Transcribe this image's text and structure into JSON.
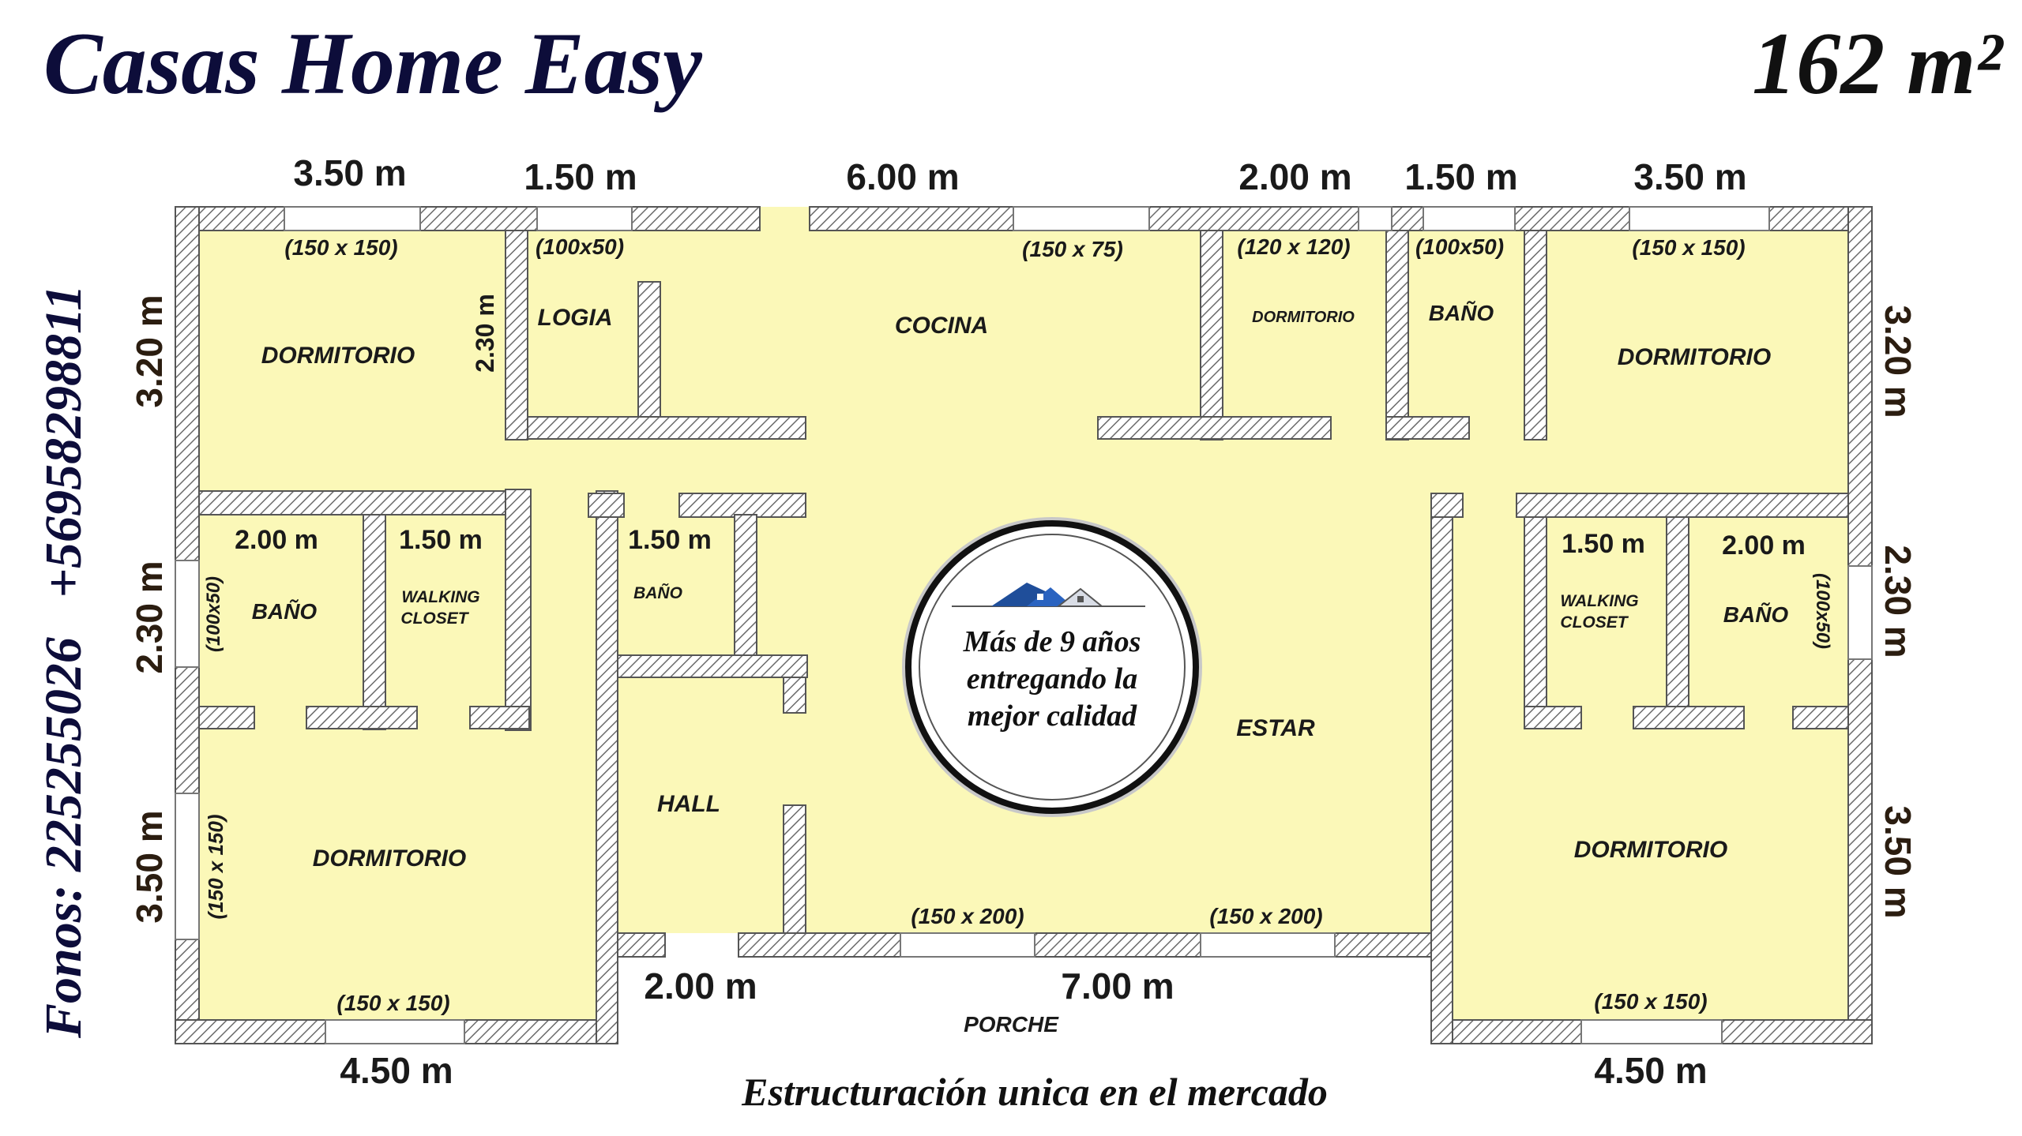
{
  "header": {
    "brand": "Casas Home Easy",
    "area": "162 m²"
  },
  "phones": "Fonos: 225255026   +56958298811",
  "badge": {
    "line1": "Más de 9 años",
    "line2": "entregando la",
    "line3": "mejor calidad"
  },
  "tagline": "Estructuración unica en el mercado",
  "colors": {
    "floor": "#fbf8b8",
    "wall": "#8a8a8a",
    "ink": "#0d0d3a",
    "dim_text": "#1a1a1a"
  },
  "rooms": {
    "dorm_tl": "DORMITORIO",
    "logia": "LOGIA",
    "cocina": "COCINA",
    "dorm_small": "DORMITORIO",
    "bano_top": "BAÑO",
    "dorm_tr": "DORMITORIO",
    "bano_left": "BAÑO",
    "walk_left_1": "WALKING",
    "walk_left_2": "CLOSET",
    "bano_center": "BAÑO",
    "walk_right_1": "WALKING",
    "walk_right_2": "CLOSET",
    "bano_right": "BAÑO",
    "dorm_bl": "DORMITORIO",
    "hall": "HALL",
    "estar": "ESTAR",
    "dorm_br": "DORMITORIO",
    "porche": "PORCHE"
  },
  "windows": {
    "w_tl": "(150 x 150)",
    "w_logia": "(100x50)",
    "w_cocina": "(150 x 75)",
    "w_dorm_small": "(120 x 120)",
    "w_bano_top": "(100x50)",
    "w_tr": "(150 x 150)",
    "w_bano_left": "(100x50)",
    "w_dorm_bl_side": "(150 x 150)",
    "w_bano_right": "(100x50)",
    "w_estar_1": "(150 x 200)",
    "w_estar_2": "(150 x 200)",
    "w_bl": "(150 x 150)",
    "w_br": "(150 x 150)"
  },
  "dims": {
    "top_1": "3.50 m",
    "top_2": "1.50 m",
    "top_3": "6.00 m",
    "top_4": "2.00 m",
    "top_5": "1.50 m",
    "top_6": "3.50 m",
    "logia_v": "2.30 m",
    "left_1": "3.20 m",
    "left_2": "2.30 m",
    "left_3": "3.50 m",
    "right_1": "3.20 m",
    "right_2": "2.30 m",
    "right_3": "3.50 m",
    "in_bano_left": "2.00 m",
    "in_walk_left": "1.50 m",
    "in_bano_center": "1.50 m",
    "in_walk_right": "1.50 m",
    "in_bano_right": "2.00 m",
    "porch_1": "2.00 m",
    "porch_2": "7.00 m",
    "bottom_left": "4.50 m",
    "bottom_right": "4.50 m"
  }
}
